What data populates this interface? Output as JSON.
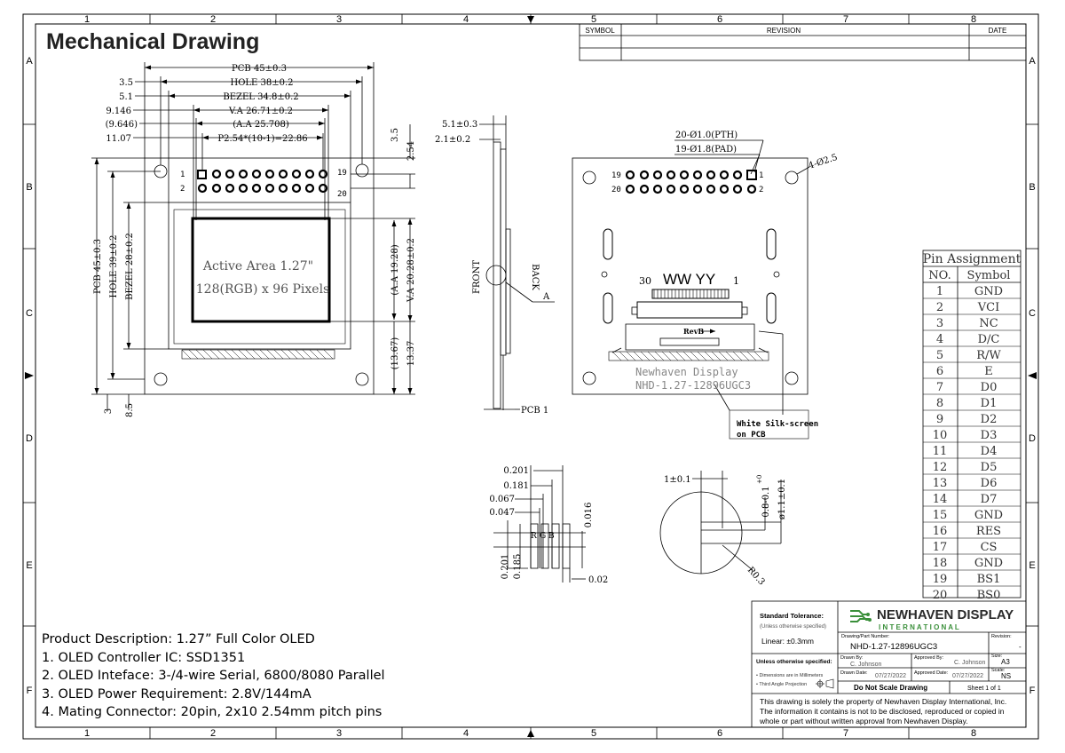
{
  "title": "Mechanical Drawing",
  "grid": {
    "cols": [
      "1",
      "2",
      "3",
      "4",
      "5",
      "6",
      "7",
      "8"
    ],
    "rows": [
      "A",
      "B",
      "C",
      "D",
      "E",
      "F"
    ]
  },
  "revision_table": {
    "symbol": "SYMBOL",
    "revision": "REVISION",
    "date": "DATE"
  },
  "front_view": {
    "dims_top": [
      "PCB 45±0.3",
      "HOLE 38±0.2",
      "BEZEL 34.8±0.2",
      "V.A 26.71±0.2",
      "(A.A 25.708)",
      "P2.54*(10-1)=22.86"
    ],
    "dims_left": [
      "3.5",
      "5.1",
      "9.146",
      "(9.646)",
      "11.07"
    ],
    "dims_right_top": [
      "3.5",
      "2.54"
    ],
    "dims_vertical_left": [
      "PCB 45±0.3",
      "HOLE 39±0.2",
      "BEZEL 28±0.2"
    ],
    "dims_vertical_right": [
      "(A.A 19.28)",
      "V.A 20.28±0.2",
      "(13.67)",
      "13.37"
    ],
    "dims_bottom": [
      "3",
      "8.5"
    ],
    "pin_labels": [
      "1",
      "2",
      "19",
      "20"
    ],
    "active_area_line1": "Active Area 1.27\"",
    "active_area_line2": "128(RGB) x 96 Pixels"
  },
  "side_view": {
    "dims": [
      "5.1±0.3",
      "2.1±0.2"
    ],
    "front": "FRONT",
    "back": "BACK",
    "detail": "A",
    "pcb": "PCB 1"
  },
  "back_view": {
    "dims": [
      "20-Ø1.0(PTH)",
      "19-Ø1.8(PAD)",
      "4-Ø2.5"
    ],
    "pin_labels": [
      "19",
      "20",
      "1",
      "2"
    ],
    "fpc_left": "30",
    "fpc_code": "WW YY",
    "fpc_right": "1",
    "revb": "RevB",
    "silk1": "Newhaven Display",
    "silk2": "NHD-1.27-12896UGC3",
    "note1": "White Silk-screen",
    "note2": "on PCB"
  },
  "pixel_detail": {
    "dims_left": [
      "0.201",
      "0.181",
      "0.067",
      "0.047"
    ],
    "dims_right": [
      "0.016",
      "0.02"
    ],
    "dims_vertical": [
      "0.201",
      "0.185"
    ],
    "rgb": [
      "R",
      "G",
      "B"
    ]
  },
  "pin_detail": {
    "dims": [
      "1±0.1",
      "0.8-0.1",
      "ø1.1±0.1",
      "R0.3"
    ],
    "tol": "+0"
  },
  "pin_assignment": {
    "title": "Pin Assignment",
    "headers": [
      "NO.",
      "Symbol"
    ],
    "rows": [
      [
        "1",
        "GND"
      ],
      [
        "2",
        "VCI"
      ],
      [
        "3",
        "NC"
      ],
      [
        "4",
        "D/C"
      ],
      [
        "5",
        "R/W"
      ],
      [
        "6",
        "E"
      ],
      [
        "7",
        "D0"
      ],
      [
        "8",
        "D1"
      ],
      [
        "9",
        "D2"
      ],
      [
        "10",
        "D3"
      ],
      [
        "11",
        "D4"
      ],
      [
        "12",
        "D5"
      ],
      [
        "13",
        "D6"
      ],
      [
        "14",
        "D7"
      ],
      [
        "15",
        "GND"
      ],
      [
        "16",
        "RES"
      ],
      [
        "17",
        "CS"
      ],
      [
        "18",
        "GND"
      ],
      [
        "19",
        "BS1"
      ],
      [
        "20",
        "BS0"
      ]
    ]
  },
  "description": [
    "Product Description: 1.27” Full Color OLED",
    "1. OLED Controller IC: SSD1351",
    "2. OLED Inteface: 3-/4-wire Serial, 6800/8080 Parallel",
    "3. OLED Power Requirement: 2.8V/144mA",
    "4. Mating Connector: 20pin, 2x10 2.54mm pitch pins"
  ],
  "title_block": {
    "tolerance_title": "Standard Tolerance:",
    "tolerance_sub": "(Unless otherwise specified)",
    "linear": "Linear:   ±0.3mm",
    "unless": "Unless otherwise specified:",
    "note_dims": "• Dimensions are in Millimeters",
    "note_proj": "• Third Angle Projection",
    "brand": "NEWHAVEN DISPLAY",
    "brand_sub": "I N T E R N A T I O N A L",
    "part_label": "Drawing/Part Number:",
    "part": "NHD-1.27-12896UGC3",
    "revision_label": "Revision:",
    "revision": "-",
    "drawn_by_label": "Drawn By:",
    "drawn_by": "C. Johnson",
    "approved_by_label": "Approved By:",
    "approved_by": "C. Johnson",
    "size_label": "Size:",
    "size": "A3",
    "drawn_date_label": "Drawn Date:",
    "drawn_date": "07/27/2022",
    "approved_date_label": "Approved Date:",
    "approved_date": "07/27/2022",
    "scale_label": "Scale:",
    "scale": "NS",
    "no_scale": "Do Not Scale Drawing",
    "sheet": "Sheet 1 of 1",
    "footer1": "This drawing is solely the property of Newhaven Display International, Inc.",
    "footer2": "The information it contains is not to be disclosed, reproduced or copied in",
    "footer3": "whole or part without written approval from Newhaven Display."
  },
  "colors": {
    "brand_green": "#3a8f3a",
    "line": "#000000"
  }
}
